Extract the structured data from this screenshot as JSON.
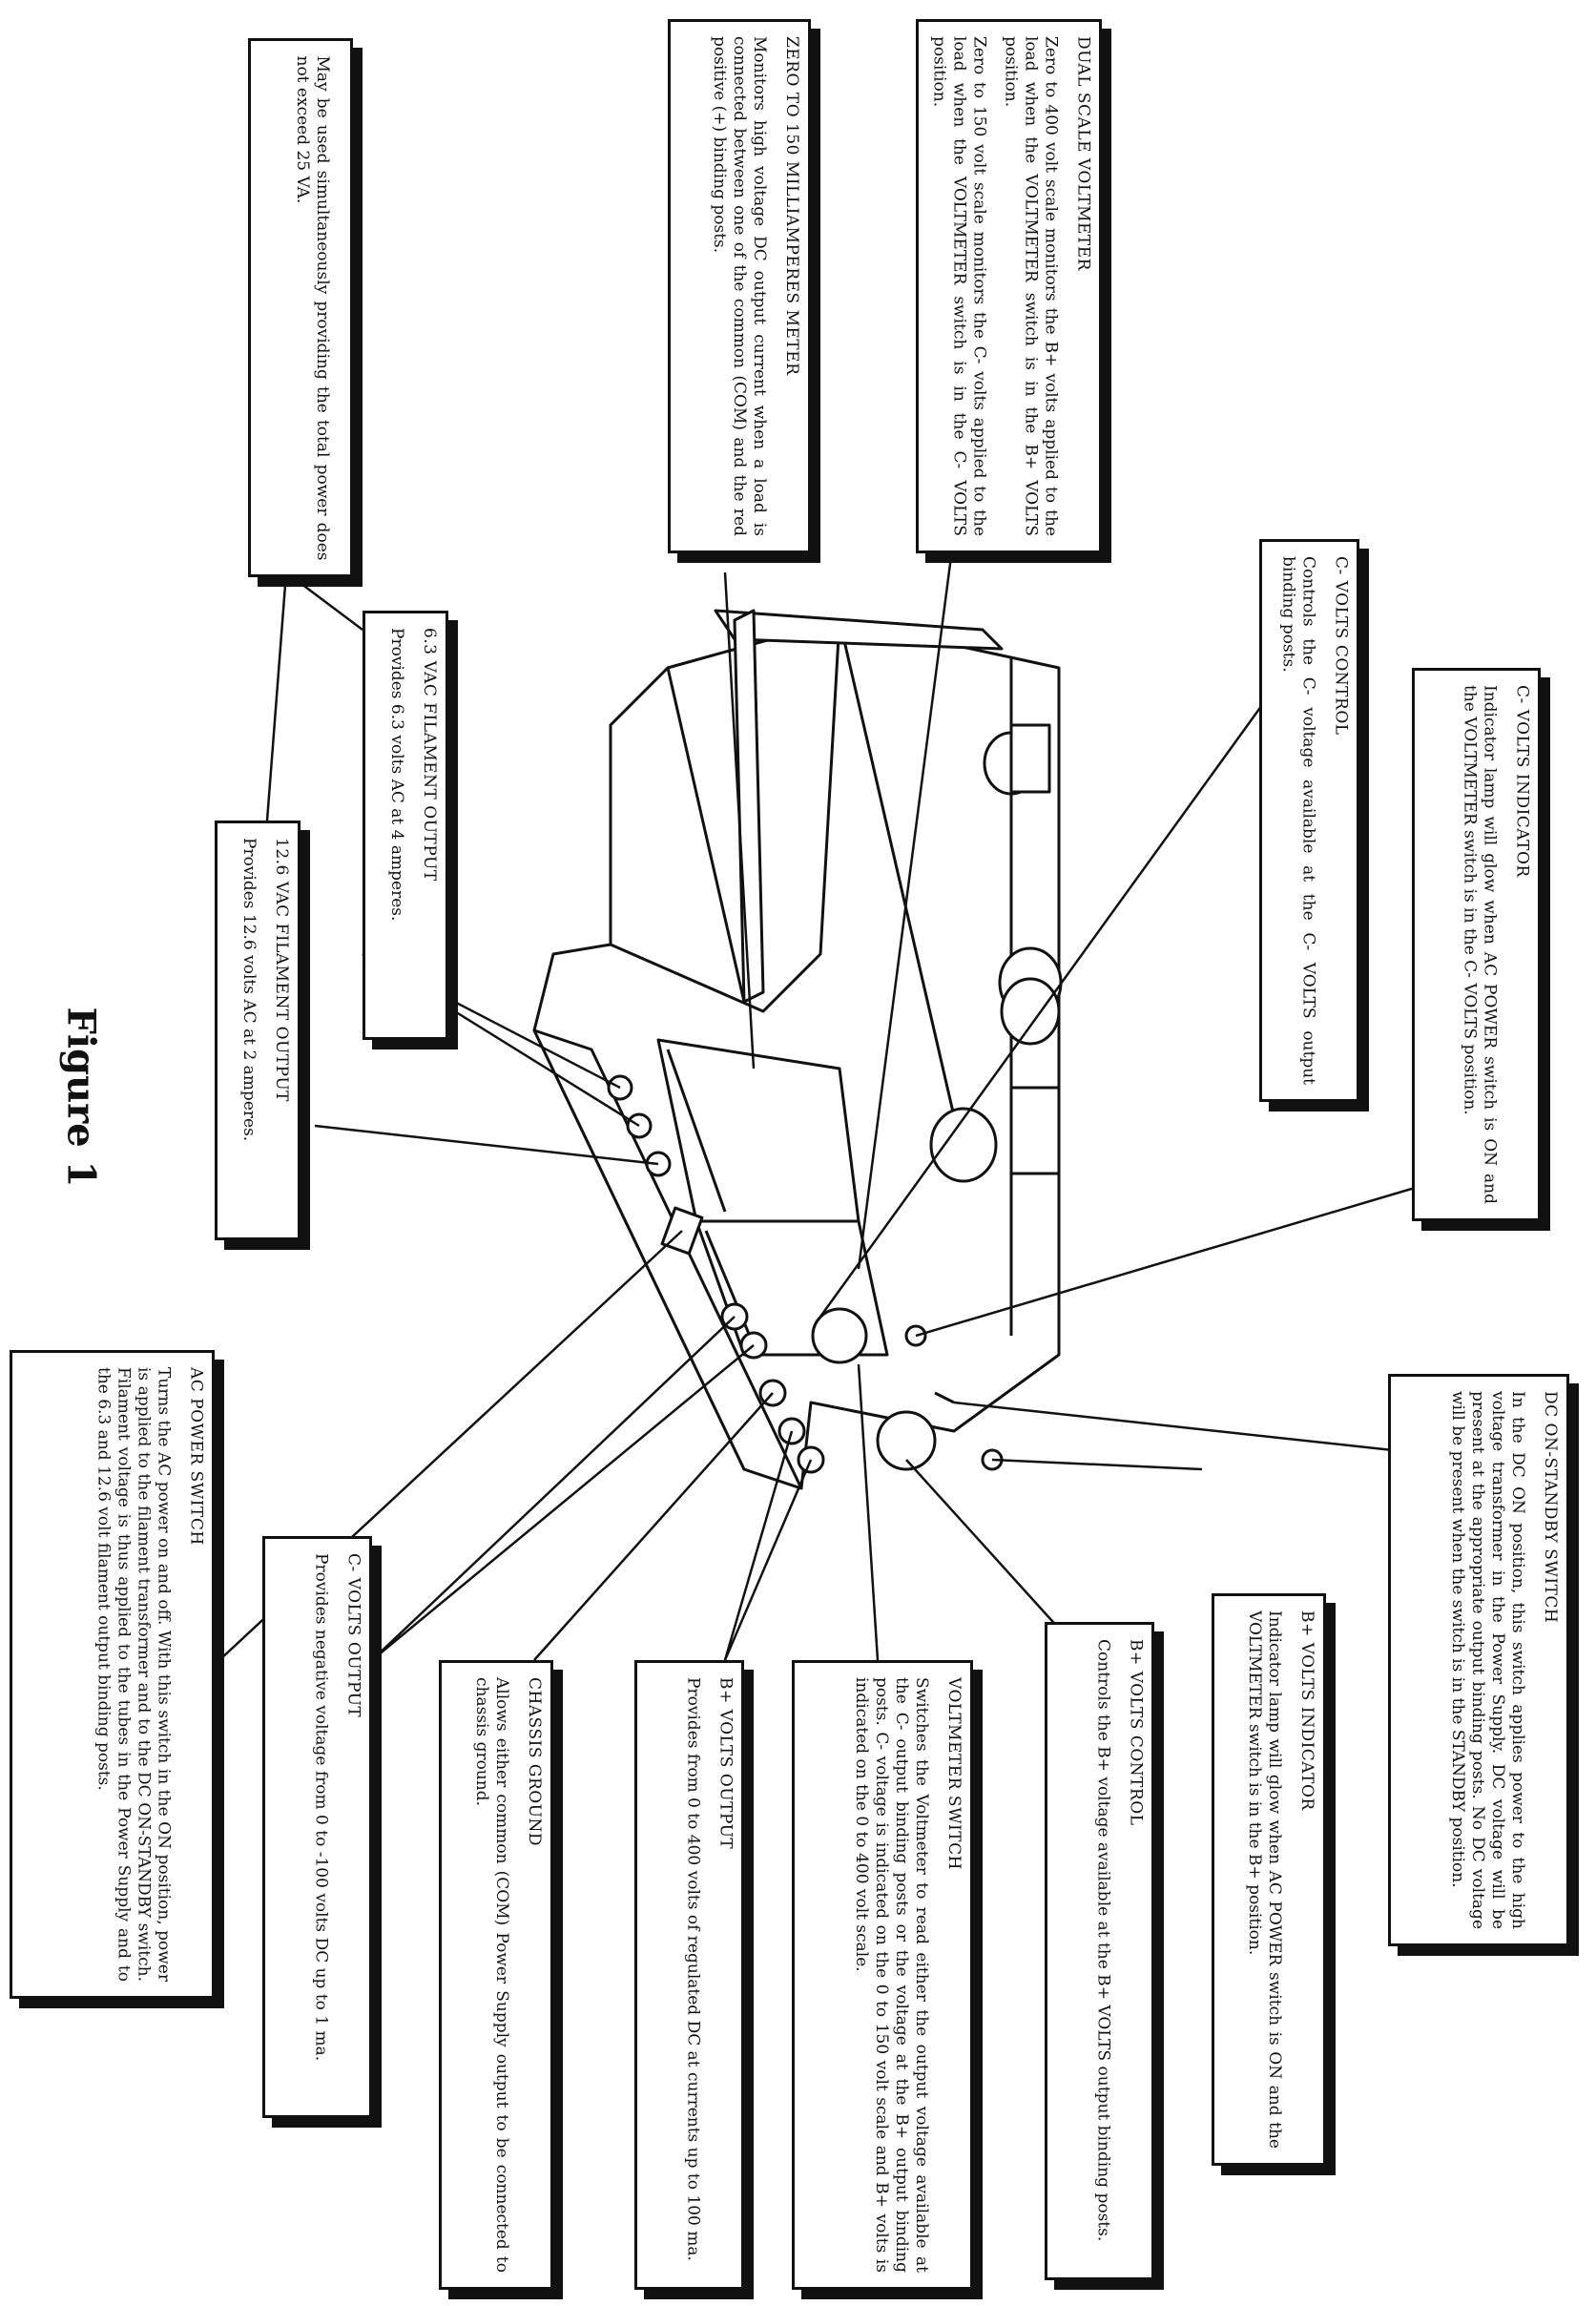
{
  "figure_label": "Figure 1",
  "callouts": {
    "dual_scale_voltmeter": {
      "title": "DUAL SCALE VOLTMETER",
      "body1": "Zero to 400 volt scale monitors the B+ volts applied to the load when the VOLTMETER switch is in the B+ VOLTS position.",
      "body2": "Zero to 150 volt scale monitors the C- volts applied to the load when the VOLTMETER switch is in the C- VOLTS position."
    },
    "milliamperes_meter": {
      "title": "ZERO TO 150 MILLIAMPERES METER",
      "body": "Monitors high voltage DC output current when a load is connected between one of the common (COM) and the red positive (+) binding posts."
    },
    "simultaneous_note": {
      "body": "May be used simultaneously providing the total power does not exceed 25 VA."
    },
    "c_volts_control": {
      "title": "C- VOLTS CONTROL",
      "body": "Controls the C- voltage available at the C- VOLTS output binding posts."
    },
    "c_volts_indicator": {
      "title": "C- VOLTS INDICATOR",
      "body": "Indicator lamp will glow when AC POWER switch is ON and the VOLTMETER switch is in the C- VOLTS position."
    },
    "filament_63": {
      "title": "6.3 VAC FILAMENT OUTPUT",
      "body": "Provides 6.3 volts AC at 4 amperes."
    },
    "filament_126": {
      "title": "12.6 VAC FILAMENT OUTPUT",
      "body": "Provides 12.6 volts AC at 2 amperes."
    },
    "dc_on_standby": {
      "title": "DC ON-STANDBY SWITCH",
      "body": "In the DC ON position, this switch applies power to the high voltage transformer in the Power Supply. DC voltage will be present at the appropriate output binding posts. No DC voltage will be present when the switch is in the STANDBY position."
    },
    "b_volts_indicator": {
      "title": "B+ VOLTS INDICATOR",
      "body": "Indicator lamp will glow when AC POWER switch is ON and the VOLTMETER switch is in the B+ position."
    },
    "b_volts_control": {
      "title": "B+ VOLTS CONTROL",
      "body": "Controls the B+ voltage available at the B+ VOLTS output binding posts."
    },
    "voltmeter_switch": {
      "title": "VOLTMETER SWITCH",
      "body": "Switches the Voltmeter to read either the output voltage available at the C- output binding posts or the voltage at the B+ output binding posts. C- voltage is indicated on the 0 to 150 volt scale and B+ volts is indicated on the 0 to 400 volt scale."
    },
    "b_volts_output": {
      "title": "B+ VOLTS OUTPUT",
      "body": "Provides from 0 to 400 volts of regulated DC at currents up to 100 ma."
    },
    "chassis_ground": {
      "title": "CHASSIS GROUND",
      "body": "Allows either common (COM) Power Supply output to be connected to chassis ground."
    },
    "c_volts_output": {
      "title": "C- VOLTS OUTPUT",
      "body": "Provides negative voltage from 0 to -100 volts DC up to 1 ma."
    },
    "ac_power_switch": {
      "title": "AC POWER SWITCH",
      "body": "Turns the AC power on and off. With this switch in the ON position, power is applied to the filament transformer and to the DC ON-STANDBY switch. Filament voltage is thus applied to the tubes in the Power Supply and to the 6.3 and 12.6 volt filament output binding posts."
    }
  }
}
